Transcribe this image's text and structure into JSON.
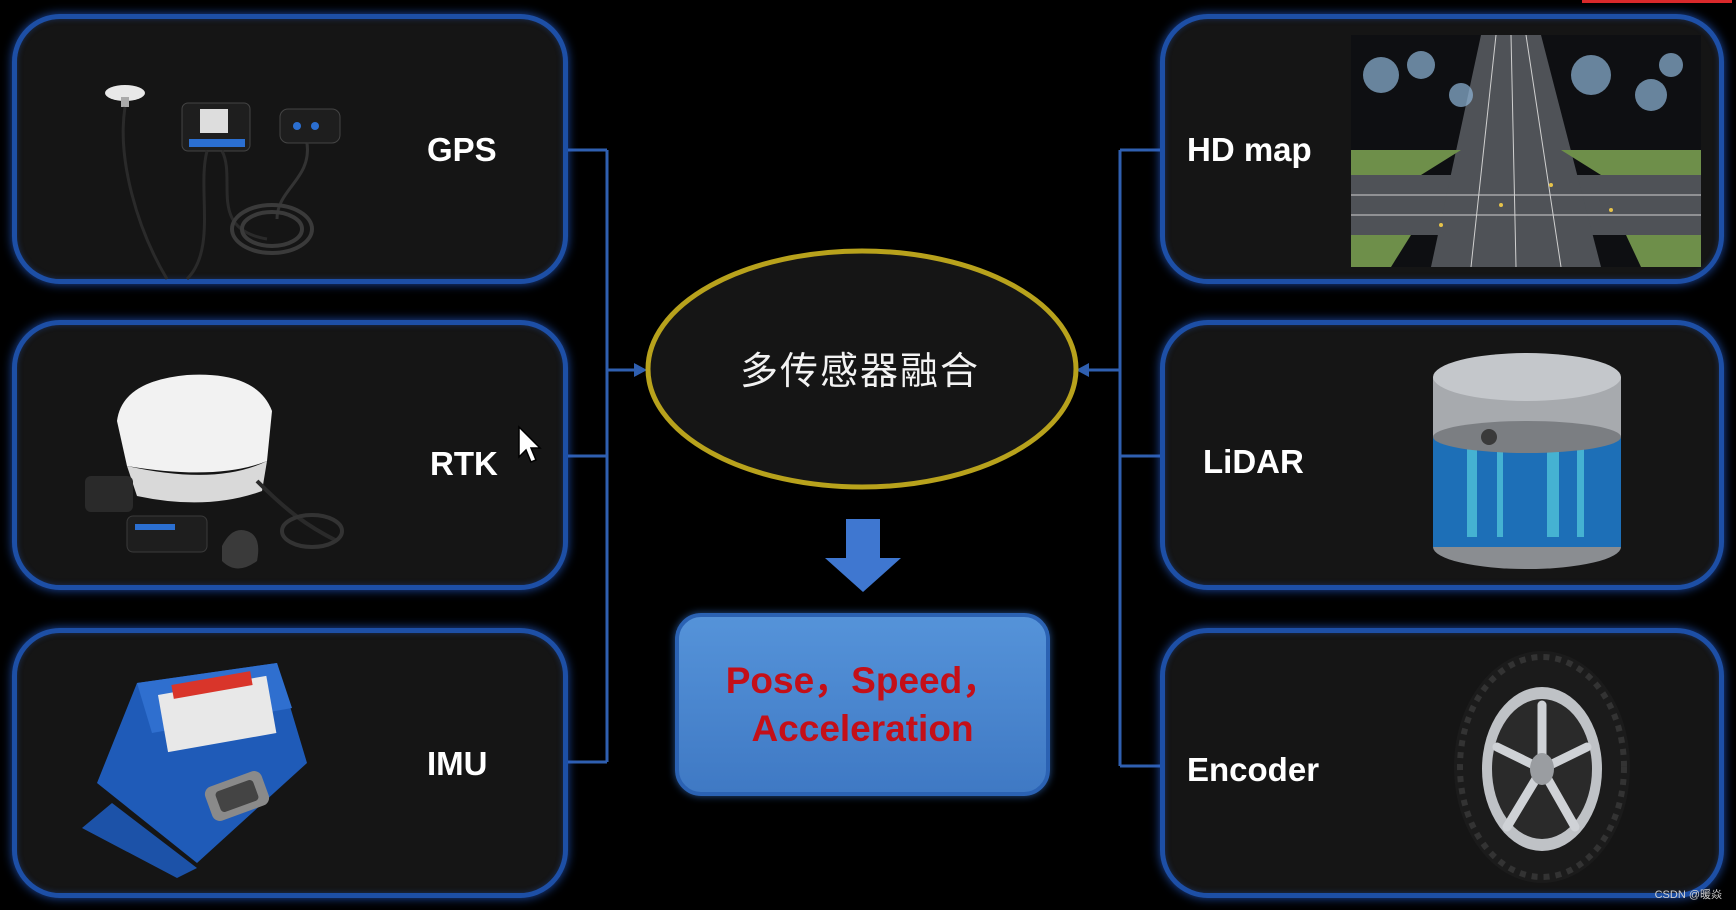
{
  "fusion": {
    "label": "多传感器融合"
  },
  "output": {
    "line1": "Pose，Speed，",
    "line2": "Acceleration"
  },
  "left_sensors": [
    {
      "label": "GPS",
      "icon": "gps-receiver-kit-icon"
    },
    {
      "label": "RTK",
      "icon": "rtk-receiver-kit-icon"
    },
    {
      "label": "IMU",
      "icon": "imu-box-icon"
    }
  ],
  "right_sensors": [
    {
      "label": "HD map",
      "icon": "hd-map-image"
    },
    {
      "label": "LiDAR",
      "icon": "lidar-sensor-icon"
    },
    {
      "label": "Encoder",
      "icon": "tire-wheel-icon"
    }
  ],
  "watermark": "CSDN @暖焱",
  "colors": {
    "panel_border": "#1d4fa6",
    "connector": "#2f5fb0",
    "ellipse_border": "#b8a21c",
    "arrow": "#3f77d0",
    "output_text": "#c40f18",
    "output_box": "#4a86d0"
  }
}
